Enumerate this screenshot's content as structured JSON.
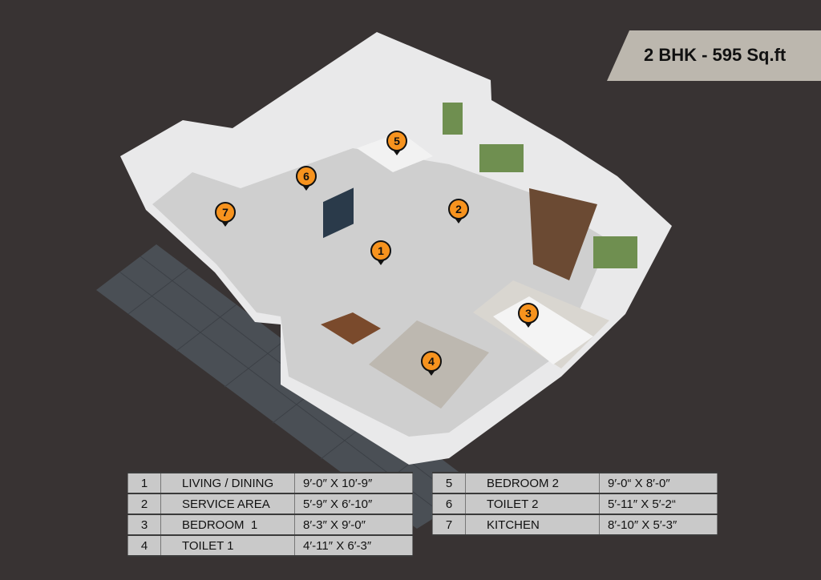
{
  "banner": {
    "title": "2 BHK - 595 Sq.ft"
  },
  "markers": [
    "1",
    "2",
    "3",
    "4",
    "5",
    "6",
    "7"
  ],
  "rooms_left": [
    {
      "no": "1",
      "name": "LIVING / DINING",
      "size": "9′-0″ X 10′-9″"
    },
    {
      "no": "2",
      "name": "SERVICE AREA",
      "size": "5′-9″ X 6′-10″"
    },
    {
      "no": "3",
      "name": "BEDROOM  1",
      "size": "8′-3″ X 9′-0″"
    },
    {
      "no": "4",
      "name": "TOILET 1",
      "size": "4′-11″ X 6′-3″"
    }
  ],
  "rooms_right": [
    {
      "no": "5",
      "name": "BEDROOM 2",
      "size": "9′-0“ X 8′-0″"
    },
    {
      "no": "6",
      "name": "TOILET 2",
      "size": "5′-11″ X 5′-2“"
    },
    {
      "no": "7",
      "name": "KITCHEN",
      "size": "8′-10″ X 5′-3″"
    }
  ],
  "colors": {
    "background": "#383333",
    "marker": "#f7931e",
    "banner": "#bcb7ae",
    "table_cell": "#c9c9c9"
  }
}
